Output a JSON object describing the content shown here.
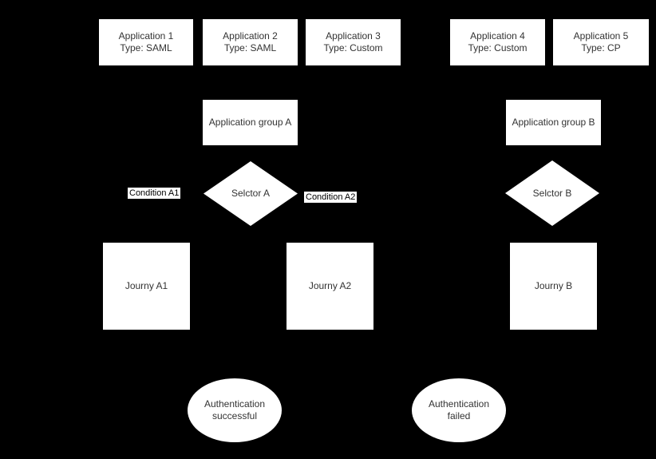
{
  "canvas": {
    "background_color": "#000000",
    "shape_fill_color": "#ffffff",
    "text_color": "#333333"
  },
  "applications": [
    {
      "label": "Application 1",
      "type_line": "Type: SAML"
    },
    {
      "label": "Application 2",
      "type_line": "Type: SAML"
    },
    {
      "label": "Application 3",
      "type_line": "Type: Custom"
    },
    {
      "label": "Application 4",
      "type_line": "Type: Custom"
    },
    {
      "label": "Application 5",
      "type_line": "Type: CP"
    }
  ],
  "groups": [
    {
      "label": "Application group A"
    },
    {
      "label": "Application group B"
    }
  ],
  "selectors": [
    {
      "label": "Selctor A"
    },
    {
      "label": "Selctor B"
    }
  ],
  "conditions": [
    {
      "label": "Condition A1"
    },
    {
      "label": "Condition A2"
    }
  ],
  "journeys": [
    {
      "label": "Journy A1"
    },
    {
      "label": "Journy A2"
    },
    {
      "label": "Journy B"
    }
  ],
  "outcomes": [
    {
      "line1": "Authentication",
      "line2": "successful"
    },
    {
      "line1": "Authentication",
      "line2": "failed"
    }
  ]
}
